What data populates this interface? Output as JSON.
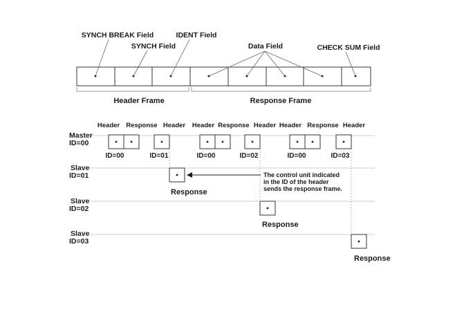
{
  "top_labels": {
    "synch_break": "SYNCH BREAK Field",
    "synch": "SYNCH Field",
    "ident": "IDENT Field",
    "data": "Data Field",
    "checksum": "CHECK SUM Field"
  },
  "frames": {
    "header": "Header Frame",
    "response": "Response Frame"
  },
  "nodes": {
    "master": [
      "Master",
      "ID=00"
    ],
    "slave1": [
      "Slave",
      "ID=01"
    ],
    "slave2": [
      "Slave",
      "ID=02"
    ],
    "slave3": [
      "Slave",
      "ID=03"
    ]
  },
  "seq": {
    "header": "Header",
    "response": "Response",
    "id00": "ID=00",
    "id01": "ID=01",
    "id02": "ID=02",
    "id03": "ID=03"
  },
  "note": [
    "The control unit indicated",
    "in the ID of the header",
    "sends the response frame."
  ],
  "colors": {
    "line": "#333333",
    "busline": "#cccccc",
    "text": "#1a1a1a"
  }
}
